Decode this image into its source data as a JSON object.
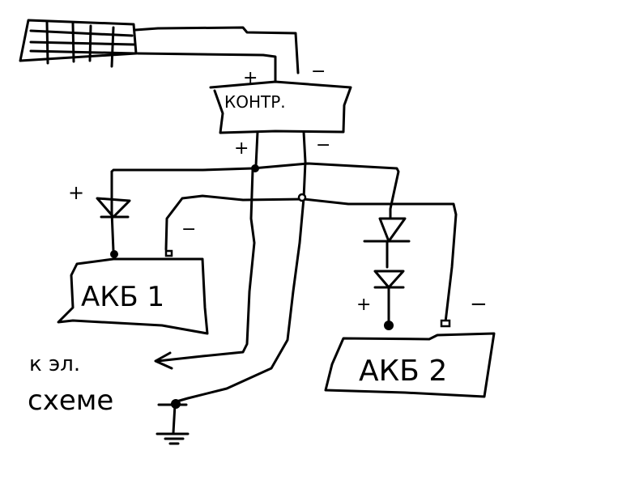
{
  "diagram": {
    "title": "",
    "solar_panel": {
      "label": "",
      "icon": "solar-panel-grid"
    },
    "controller": {
      "label": "КОНТР.",
      "input_plus": "+",
      "input_minus": "−",
      "output_plus": "+",
      "output_minus": "−"
    },
    "battery1": {
      "label": "АКБ 1",
      "plus": "+",
      "minus": "−",
      "diodes": 1
    },
    "battery2": {
      "label": "АКБ 2",
      "plus": "+",
      "minus": "−",
      "diodes": 2
    },
    "load": {
      "label_line1": "к эл.",
      "label_line2": "схеме",
      "arrow": "arrow-left"
    },
    "ground": {
      "symbol": "ground"
    },
    "stroke_color": "#000000",
    "background_color": "#ffffff"
  }
}
